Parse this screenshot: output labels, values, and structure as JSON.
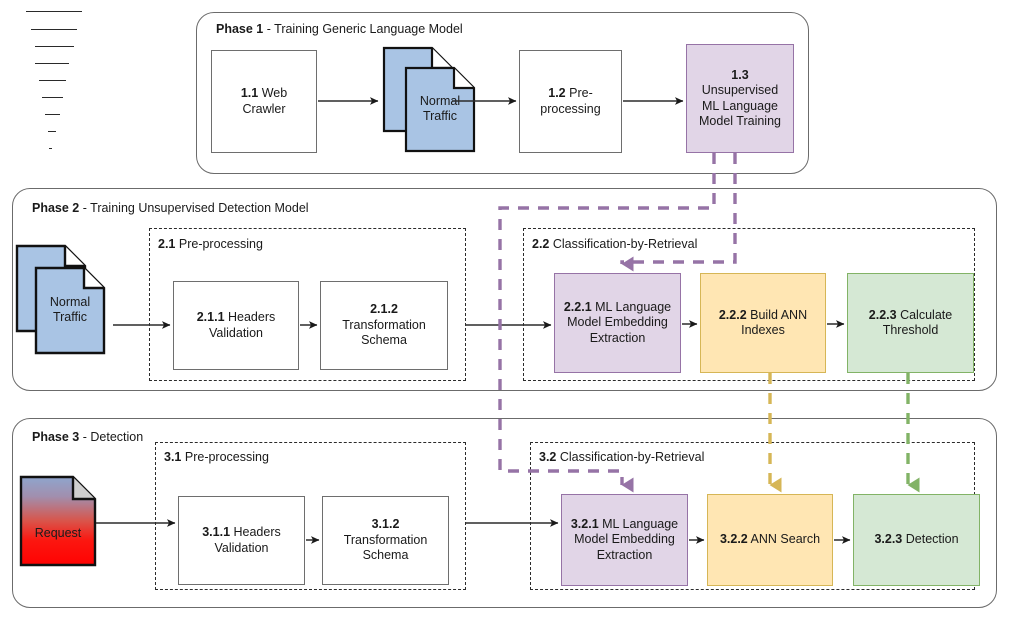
{
  "diagram": {
    "title": "Three-phase ML web-traffic anomaly detection pipeline",
    "colors": {
      "purple_fill": "#e1d5e7",
      "purple_stroke": "#9673a6",
      "yellow_fill": "#ffe6b3",
      "yellow_stroke": "#d6b656",
      "green_fill": "#d5e8d4",
      "green_stroke": "#82b366",
      "blue_doc_fill": "#a9c4e4",
      "request_gradient_top": "#93a9d0",
      "request_gradient_bottom": "#ff0000",
      "container_stroke": "#6b6b6b",
      "arrow_black": "#1a1a1a"
    }
  },
  "phases": [
    {
      "id": "phase-1",
      "number": "Phase 1",
      "separator": " - ",
      "name": "Training Generic Language Model",
      "nodes": [
        {
          "id": "1.1",
          "num": "1.1",
          "label": " Web Crawler",
          "style": "white"
        },
        {
          "id": "doc-1",
          "num": "",
          "label": "Normal\nTraffic",
          "style": "document-stack"
        },
        {
          "id": "1.2",
          "num": "1.2",
          "label": " Pre-\nprocessing",
          "style": "white"
        },
        {
          "id": "1.3",
          "num": "1.3",
          "label": " Unsupervised\nML Language\nModel Training",
          "style": "purple"
        }
      ]
    },
    {
      "id": "phase-2",
      "number": "Phase 2",
      "separator": " - ",
      "name": "Training Unsupervised Detection Model",
      "groups": [
        {
          "id": "2.1",
          "num": "2.1",
          "label": " Pre-processing"
        },
        {
          "id": "2.2",
          "num": "2.2",
          "label": " Classification-by-Retrieval"
        }
      ],
      "nodes": [
        {
          "id": "doc-2",
          "num": "",
          "label": "Normal\nTraffic",
          "style": "document-stack"
        },
        {
          "id": "2.1.1",
          "num": "2.1.1",
          "label": " Headers\nValidation",
          "style": "white"
        },
        {
          "id": "2.1.2",
          "num": "2.1.2",
          "label": " Transformation\nSchema",
          "style": "white"
        },
        {
          "id": "2.2.1",
          "num": "2.2.1",
          "label": " ML Language\nModel Embedding\nExtraction",
          "style": "purple"
        },
        {
          "id": "2.2.2",
          "num": "2.2.2",
          "label": " Build ANN\nIndexes",
          "style": "yellow"
        },
        {
          "id": "2.2.3",
          "num": "2.2.3",
          "label": " Calculate\nThreshold",
          "style": "green"
        }
      ]
    },
    {
      "id": "phase-3",
      "number": "Phase 3",
      "separator": " - ",
      "name": "Detection",
      "groups": [
        {
          "id": "3.1",
          "num": "3.1",
          "label": " Pre-processing"
        },
        {
          "id": "3.2",
          "num": "3.2",
          "label": " Classification-by-Retrieval"
        }
      ],
      "nodes": [
        {
          "id": "doc-3",
          "num": "",
          "label": "Request",
          "style": "document-single"
        },
        {
          "id": "3.1.1",
          "num": "3.1.1",
          "label": " Headers\nValidation",
          "style": "white"
        },
        {
          "id": "3.1.2",
          "num": "3.1.2",
          "label": " Transformation\nSchema",
          "style": "white"
        },
        {
          "id": "3.2.1",
          "num": "3.2.1",
          "label": " ML Language\nModel Embedding\nExtraction",
          "style": "purple"
        },
        {
          "id": "3.2.2",
          "num": "3.2.2",
          "label": " ANN Search",
          "style": "yellow"
        },
        {
          "id": "3.2.3",
          "num": "3.2.3",
          "label": " Detection",
          "style": "green"
        }
      ]
    }
  ],
  "labels": {
    "p1_title_num": "Phase 1",
    "p1_title_rest": " - Training Generic Language Model",
    "p2_title_num": "Phase 2",
    "p2_title_rest": " - Training Unsupervised Detection Model",
    "p3_title_num": "Phase 3",
    "p3_title_rest": " - Detection",
    "g21_num": "2.1",
    "g21_rest": " Pre-processing",
    "g22_num": "2.2",
    "g22_rest": " Classification-by-Retrieval",
    "g31_num": "3.1",
    "g31_rest": " Pre-processing",
    "g32_num": "3.2",
    "g32_rest": " Classification-by-Retrieval",
    "n11_num": "1.1",
    "n11_rest": " Web Crawler",
    "n12_num": "1.2",
    "n12_rest_a": " Pre-",
    "n12_rest_b": "processing",
    "n13_num": "1.3",
    "n13_rest_a": " Unsupervised",
    "n13_rest_b": "ML Language",
    "n13_rest_c": "Model Training",
    "doc1_a": "Normal",
    "doc1_b": "Traffic",
    "doc2_a": "Normal",
    "doc2_b": "Traffic",
    "doc3_a": "Request",
    "n211_num": "2.1.1",
    "n211_rest_a": " Headers",
    "n211_rest_b": "Validation",
    "n212_num": "2.1.2",
    "n212_rest_a": " Transformation",
    "n212_rest_b": "Schema",
    "n221_num": "2.2.1",
    "n221_rest_a": " ML Language",
    "n221_rest_b": "Model Embedding",
    "n221_rest_c": "Extraction",
    "n222_num": "2.2.2",
    "n222_rest_a": " Build ANN",
    "n222_rest_b": "Indexes",
    "n223_num": "2.2.3",
    "n223_rest_a": " Calculate",
    "n223_rest_b": "Threshold",
    "n311_num": "3.1.1",
    "n311_rest_a": " Headers",
    "n311_rest_b": "Validation",
    "n312_num": "3.1.2",
    "n312_rest_a": " Transformation",
    "n312_rest_b": "Schema",
    "n321_num": "3.2.1",
    "n321_rest_a": " ML Language",
    "n321_rest_b": "Model Embedding",
    "n321_rest_c": "Extraction",
    "n322_num": "3.2.2",
    "n322_rest": " ANN Search",
    "n323_num": "3.2.3",
    "n323_rest": " Detection"
  },
  "flows": {
    "solid_black": [
      "1.1 -> Normal Traffic (doc-1)",
      "doc-1 -> 1.2",
      "1.2 -> 1.3",
      "doc-2 -> 2.1 group",
      "2.1.1 -> 2.1.2",
      "2.1 group -> 2.2.1",
      "2.2.1 -> 2.2.2",
      "2.2.2 -> 2.2.3",
      "doc-3 -> 3.1 group",
      "3.1.1 -> 3.1.2",
      "3.1 group -> 3.2.1",
      "3.2.1 -> 3.2.2",
      "3.2.2 -> 3.2.3"
    ],
    "dashed_purple": [
      "1.3 -> 2.2.1",
      "1.3 -> 3.2.1"
    ],
    "dashed_yellow": [
      "2.2.2 -> 3.2.2"
    ],
    "dashed_green": [
      "2.2.3 -> 3.2.3"
    ]
  }
}
